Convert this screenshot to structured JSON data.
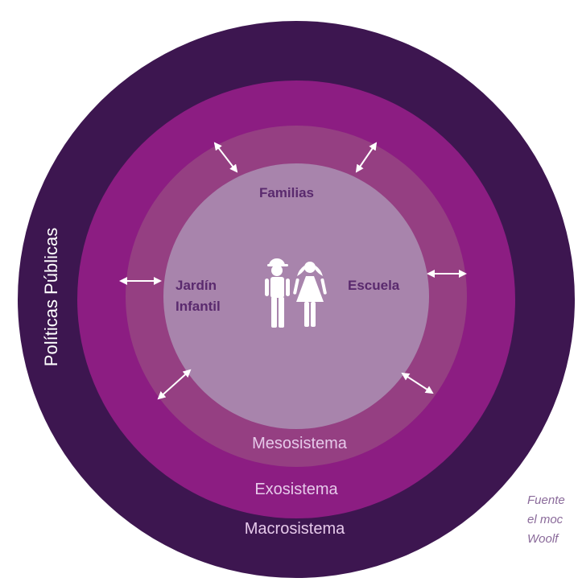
{
  "colors": {
    "macro": "#3d1650",
    "exo": "#8c1d82",
    "meso": "#953f82",
    "center": "#a884ac",
    "ring_label": "#e6c9ea",
    "inner_label": "#5a2a6e",
    "arrow": "#ffffff",
    "caption": "#8a6a9a"
  },
  "rings": {
    "macro": "Macrosistema",
    "exo": "Exosistema",
    "meso": "Mesosistema"
  },
  "outer_side_label": "Políticas Públicas",
  "microsystem": {
    "top": "Familias",
    "left_line1": "Jardín",
    "left_line2": "Infantil",
    "right": "Escuela",
    "figures_icon": "boy-and-girl-icon"
  },
  "arrows_icon": "double-headed-arrow-icon",
  "caption": {
    "line1": "Fuente",
    "line2": "el moc",
    "line3": "Woolf"
  }
}
